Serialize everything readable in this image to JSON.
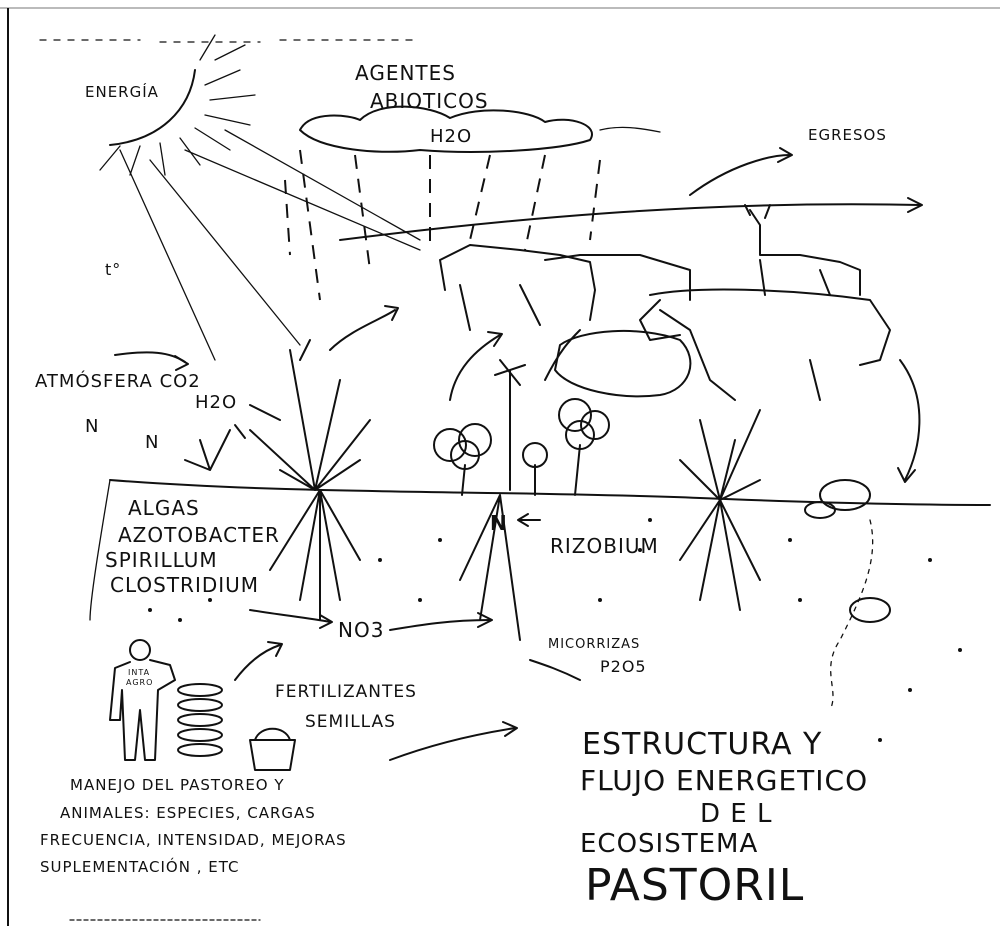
{
  "labels": {
    "energia": "ENERGÍA",
    "agentes_line1": "AGENTES",
    "agentes_line2": "ABIOTICOS",
    "h2o_cloud": "H2O",
    "egresos": "EGRESOS",
    "temp": "t°",
    "atmosfera": "ATMÓSFERA CO2",
    "h2o_atm": "H2O",
    "n_left1": "N",
    "n_left2": "N",
    "algas": "ALGAS",
    "azotobacter": "AZOTOBACTER",
    "spirillum": "SPIRILLUM",
    "clostridium": "CLOSTRIDIUM",
    "no3": "NO3",
    "n_soil": "N",
    "rizobium": "RIZOBIUM",
    "micorrizas": "MICORRIZAS",
    "p2o5": "P2O5",
    "fertilizantes": "FERTILIZANTES",
    "semillas": "SEMILLAS",
    "person_shirt_1": "INTA",
    "person_shirt_2": "AGRO"
  },
  "caption": {
    "line1": "MANEJO DEL PASTOREO Y",
    "line2": "ANIMALES:  ESPECIES, CARGAS",
    "line3": "FRECUENCIA, INTENSIDAD, MEJORAS",
    "line4": "SUPLEMENTACIÓN , ETC"
  },
  "title": {
    "line1": "ESTRUCTURA Y",
    "line2": "FLUJO ENERGETICO",
    "line3": "D E L",
    "line4": "ECOSISTEMA",
    "line5": "PASTORIL"
  }
}
